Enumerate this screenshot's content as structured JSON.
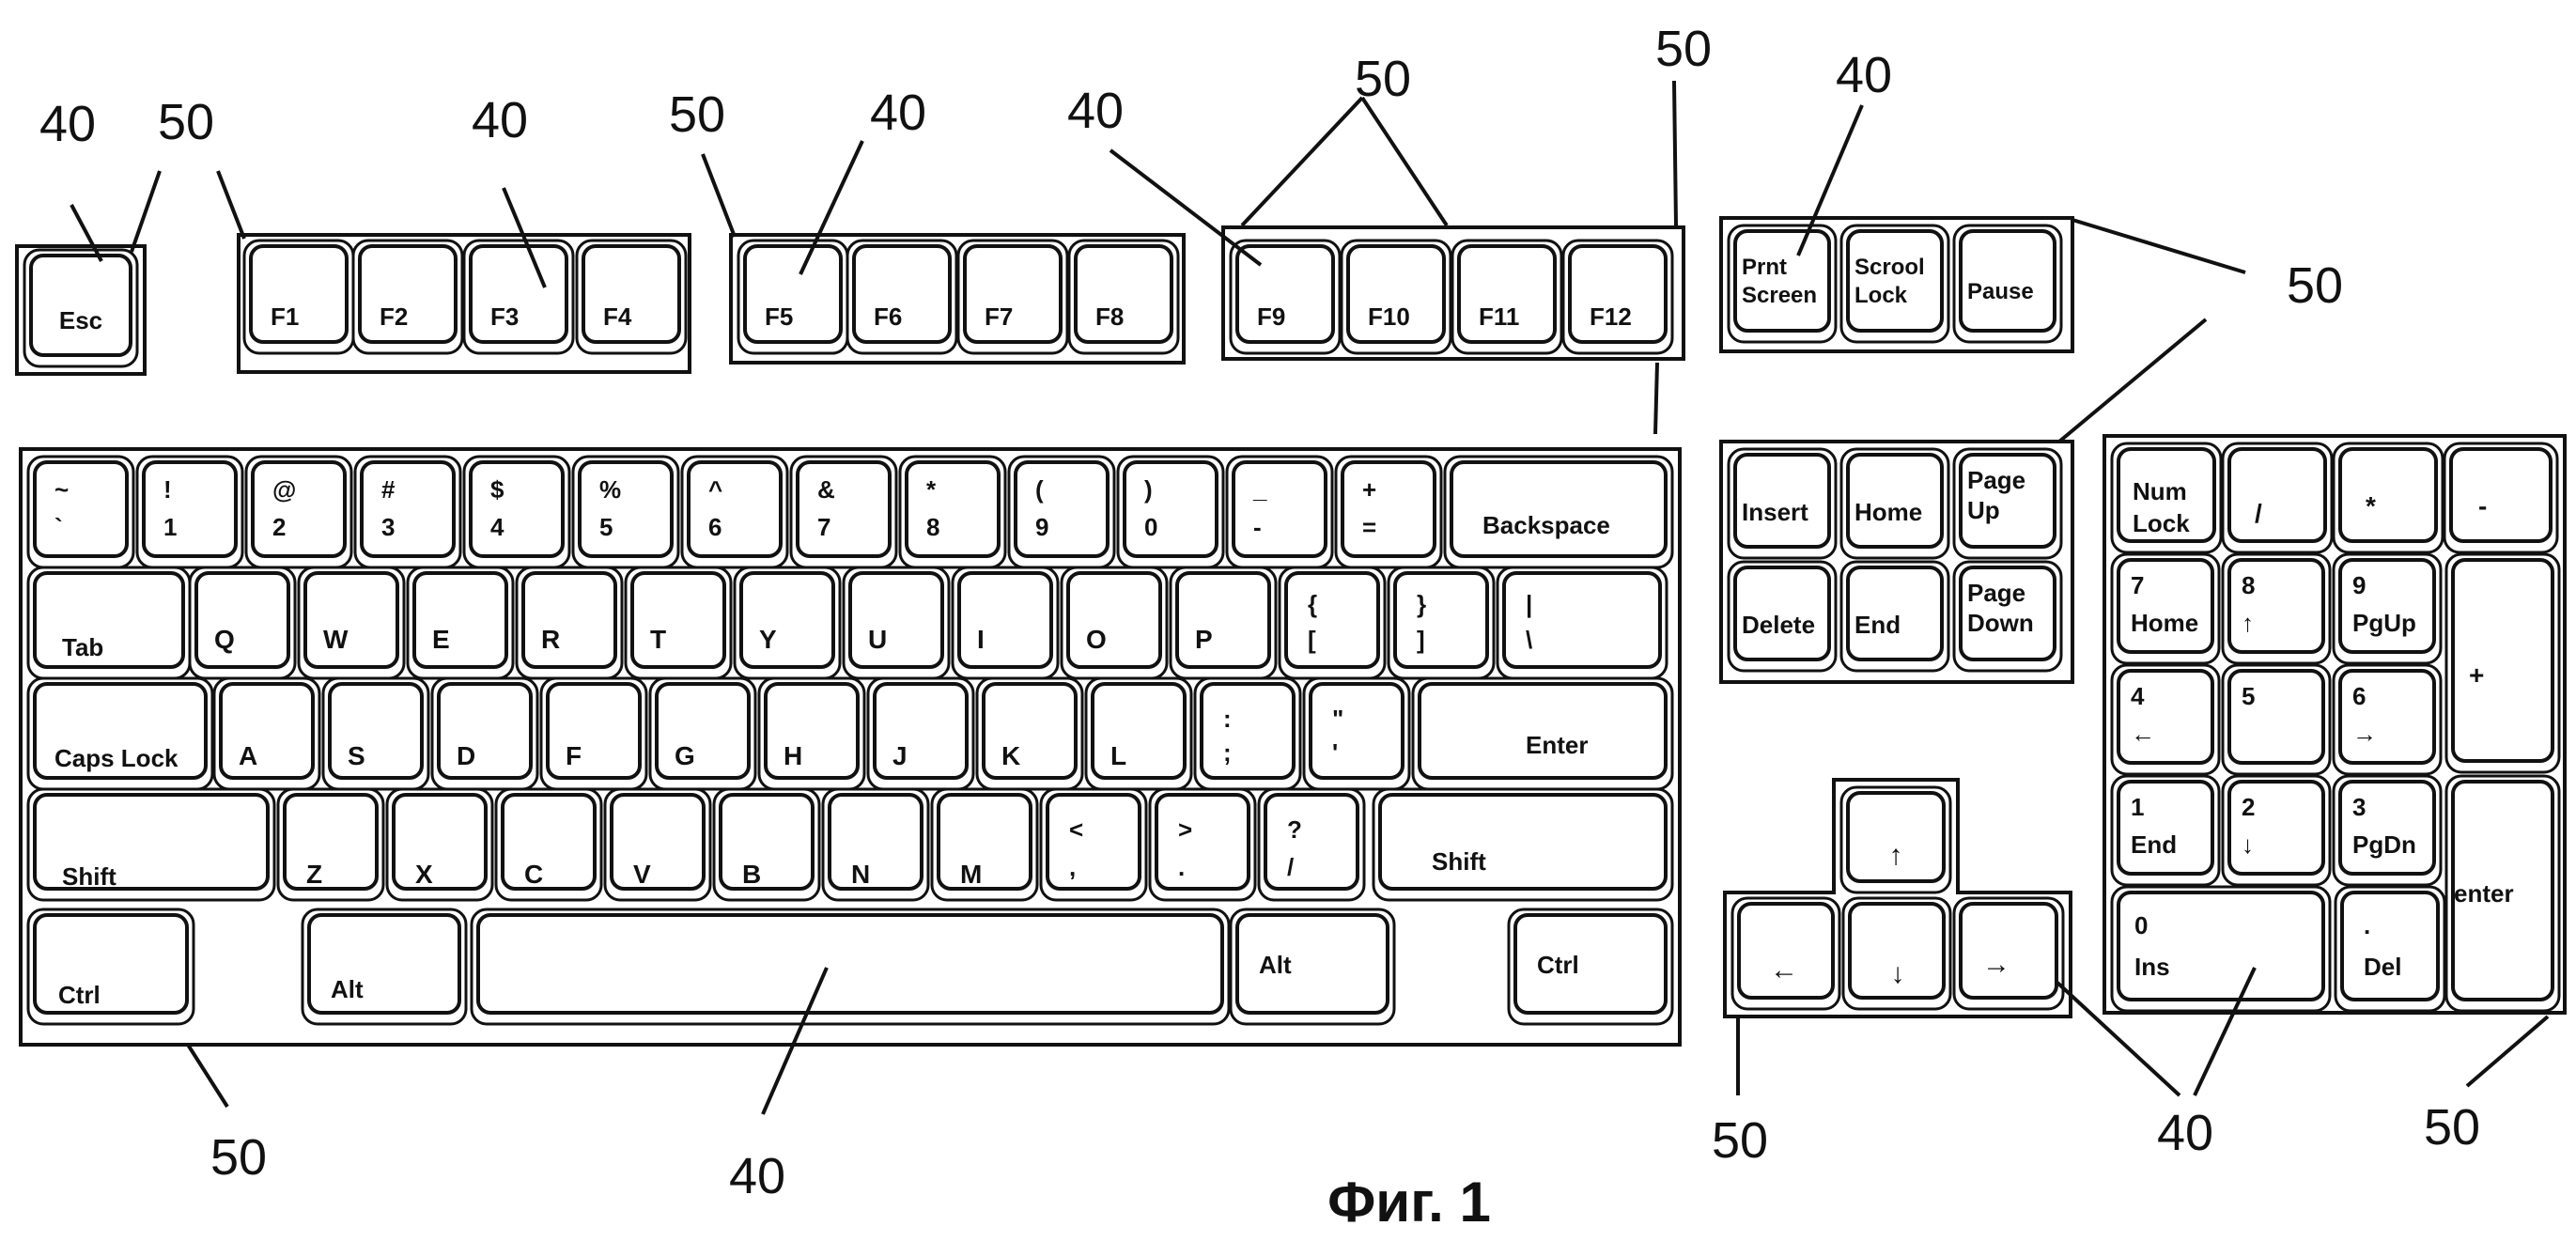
{
  "figure": {
    "caption": "Фиг. 1",
    "callout_key": "40",
    "callout_group": "50"
  },
  "keyboard": {
    "esc": "Esc",
    "function_keys": [
      "F1",
      "F2",
      "F3",
      "F4",
      "F5",
      "F6",
      "F7",
      "F8",
      "F9",
      "F10",
      "F11",
      "F12"
    ],
    "system_keys": [
      [
        "Prnt",
        "Screen"
      ],
      [
        "Scrool",
        "Lock"
      ],
      [
        "Pause"
      ]
    ],
    "number_row": [
      [
        "~",
        "`"
      ],
      [
        "!",
        "1"
      ],
      [
        "@",
        "2"
      ],
      [
        "#",
        "3"
      ],
      [
        "$",
        "4"
      ],
      [
        "%",
        "5"
      ],
      [
        "^",
        "6"
      ],
      [
        "&",
        "7"
      ],
      [
        "*",
        "8"
      ],
      [
        "(",
        "9"
      ],
      [
        ")",
        "0"
      ],
      [
        "_",
        "-"
      ],
      [
        "+",
        "="
      ]
    ],
    "backspace": "Backspace",
    "tab": "Tab",
    "qwerty_row": [
      "Q",
      "W",
      "E",
      "R",
      "T",
      "Y",
      "U",
      "I",
      "O",
      "P"
    ],
    "bracket_keys": [
      [
        "{",
        "["
      ],
      [
        "}",
        "]"
      ],
      [
        "|",
        "\\"
      ]
    ],
    "caps_lock": "Caps Lock",
    "home_row": [
      "A",
      "S",
      "D",
      "F",
      "G",
      "H",
      "J",
      "K",
      "L"
    ],
    "punct_home": [
      [
        ":",
        ";"
      ],
      [
        "\"",
        "'"
      ]
    ],
    "enter": "Enter",
    "shift_left": "Shift",
    "bottom_letters": [
      "Z",
      "X",
      "C",
      "V",
      "B",
      "N",
      "M"
    ],
    "punct_bottom": [
      [
        "<",
        ","
      ],
      [
        ">",
        "."
      ],
      [
        "?",
        "/"
      ]
    ],
    "shift_right": "Shift",
    "ctrl_left": "Ctrl",
    "alt_left": "Alt",
    "alt_right": "Alt",
    "ctrl_right": "Ctrl",
    "nav_keys": [
      [
        "Insert"
      ],
      [
        "Home"
      ],
      [
        "Page",
        "Up"
      ],
      [
        "Delete"
      ],
      [
        "End"
      ],
      [
        "Page",
        "Down"
      ]
    ],
    "arrow_keys": [
      "↑",
      "←",
      "↓",
      "→"
    ],
    "numpad": {
      "num_lock": [
        "Num",
        "Lock"
      ],
      "divide": "/",
      "multiply": "*",
      "minus": "-",
      "plus": "+",
      "enter": "enter",
      "keys": [
        [
          "7",
          "Home"
        ],
        [
          "8",
          "↑"
        ],
        [
          "9",
          "PgUp"
        ],
        [
          "4",
          "←"
        ],
        [
          "5",
          ""
        ],
        [
          "6",
          "→"
        ],
        [
          "1",
          "End"
        ],
        [
          "2",
          "↓"
        ],
        [
          "3",
          "PgDn"
        ],
        [
          "0",
          "Ins"
        ],
        [
          ".",
          "Del"
        ]
      ]
    }
  }
}
